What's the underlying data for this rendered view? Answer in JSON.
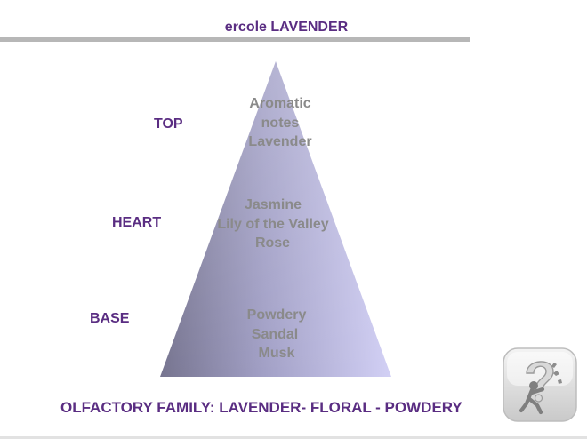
{
  "header": {
    "title": "ercole LAVENDER"
  },
  "pyramid": {
    "tiers": [
      {
        "label": "TOP",
        "notes": [
          "Aromatic",
          "notes",
          "Lavender"
        ]
      },
      {
        "label": "HEART",
        "notes": [
          "Jasmine",
          "Lily of the Valley",
          "Rose"
        ]
      },
      {
        "label": "BASE",
        "notes": [
          "Powdery",
          "Sandal",
          "Musk"
        ]
      }
    ]
  },
  "footer": {
    "olfactory_family": "OLFACTORY FAMILY: LAVENDER- FLORAL - POWDERY"
  },
  "colors": {
    "accent_text": "#5a2d82",
    "notes_text": "#8a8a8a",
    "pyramid_dark": "#7c7a97",
    "pyramid_light": "#cfcdf3",
    "rule": "#b7b7b7"
  },
  "logo": {
    "icon": "question-mark-figure-icon"
  }
}
